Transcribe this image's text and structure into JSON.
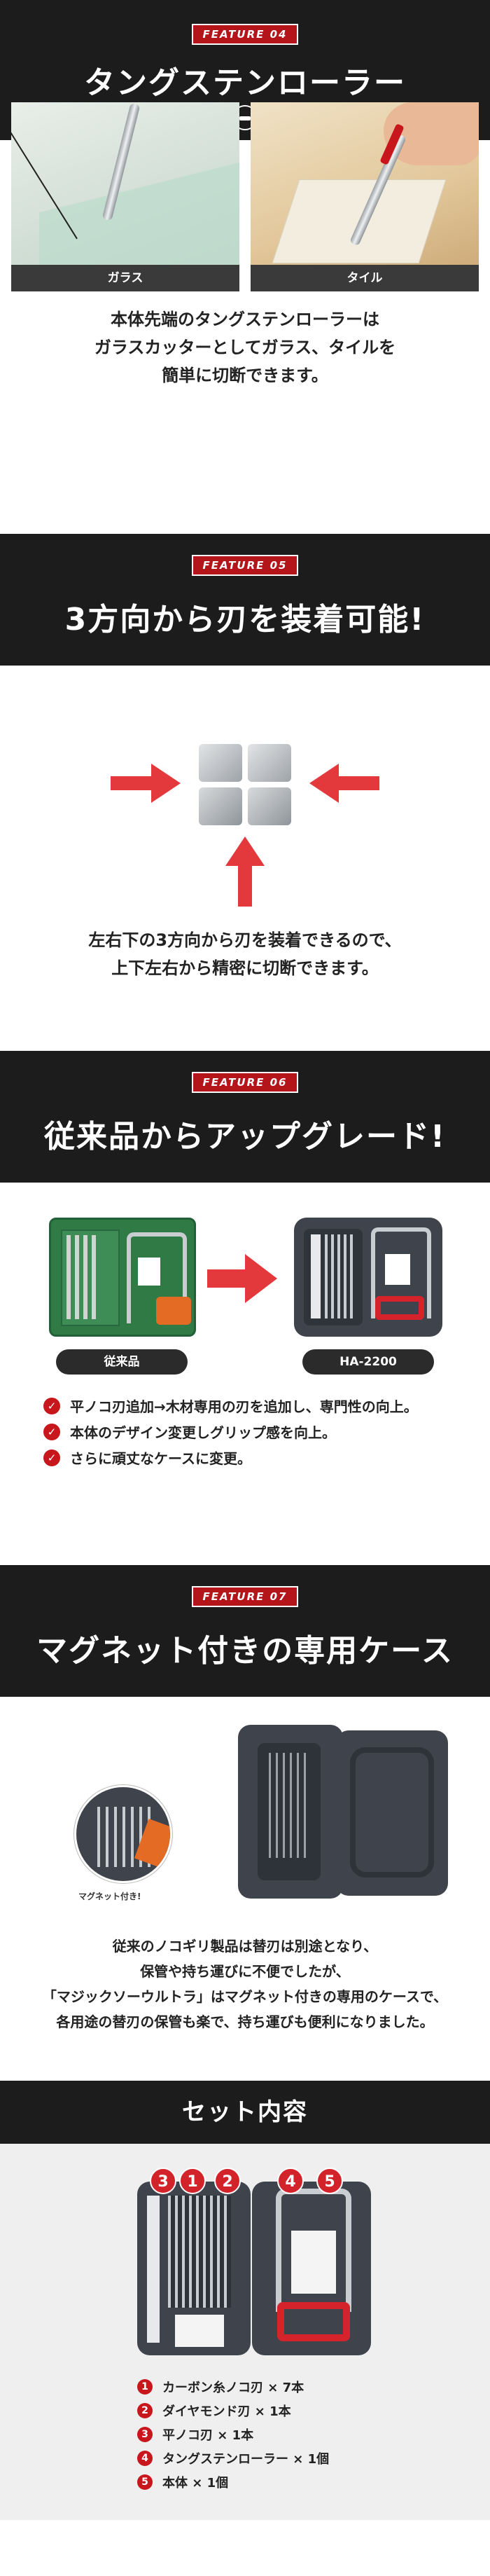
{
  "f04": {
    "badge": "FEATURE 04",
    "title": "タングステンローラー",
    "img1_label": "ガラス",
    "img2_label": "タイル",
    "caption": [
      "本体先端のタングステンローラーは",
      "ガラスカッターとしてガラス、タイルを",
      "簡単に切断できます。"
    ]
  },
  "f05": {
    "badge": "FEATURE 05",
    "title": "3方向から刃を装着可能!",
    "caption": [
      "左右下の3方向から刃を装着できるので、",
      "上下左右から精密に切断できます。"
    ]
  },
  "f06": {
    "badge": "FEATURE 06",
    "title": "従来品からアップグレード!",
    "old_label": "従来品",
    "new_label": "HA-2200",
    "bullets": [
      "平ノコ刃追加→木材専用の刃を追加し、専門性の向上。",
      "本体のデザイン変更しグリップ感を向上。",
      "さらに頑丈なケースに変更。"
    ]
  },
  "f07": {
    "badge": "FEATURE 07",
    "title": "マグネット付きの専用ケース",
    "magnet_label": "マグネット付き!",
    "caption": [
      "従来のノコギリ製品は替刃は別途となり、",
      "保管や持ち運びに不便でしたが、",
      "「マジックソーウルトラ」はマグネット付きの専用のケースで、",
      "各用途の替刃の保管も楽で、持ち運びも便利になりました。"
    ]
  },
  "set": {
    "title": "セット内容",
    "items": [
      {
        "num": "1",
        "text": "カーボン糸ノコ刃 × 7本"
      },
      {
        "num": "2",
        "text": "ダイヤモンド刃 × 1本"
      },
      {
        "num": "3",
        "text": "平ノコ刃 × 1本"
      },
      {
        "num": "4",
        "text": "タングステンローラー × 1個"
      },
      {
        "num": "5",
        "text": "本体 × 1個"
      }
    ],
    "markers": [
      "3",
      "1",
      "2",
      "4",
      "5"
    ]
  }
}
